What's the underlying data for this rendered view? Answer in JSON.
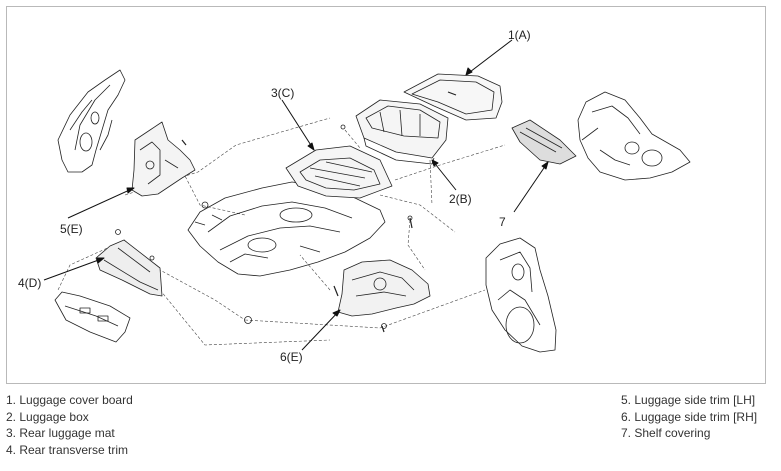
{
  "callouts": {
    "a": "1(A)",
    "b": "2(B)",
    "c": "3(C)",
    "d": "4(D)",
    "e5": "5(E)",
    "e6": "6(E)",
    "seven": "7"
  },
  "legend_left": [
    "1. Luggage cover board",
    "2. Luggage box",
    "3. Rear luggage mat",
    "4. Rear transverse trim"
  ],
  "legend_right": [
    "5. Luggage side trim [LH]",
    "6. Luggage side trim [RH]",
    "7. Shelf covering"
  ]
}
